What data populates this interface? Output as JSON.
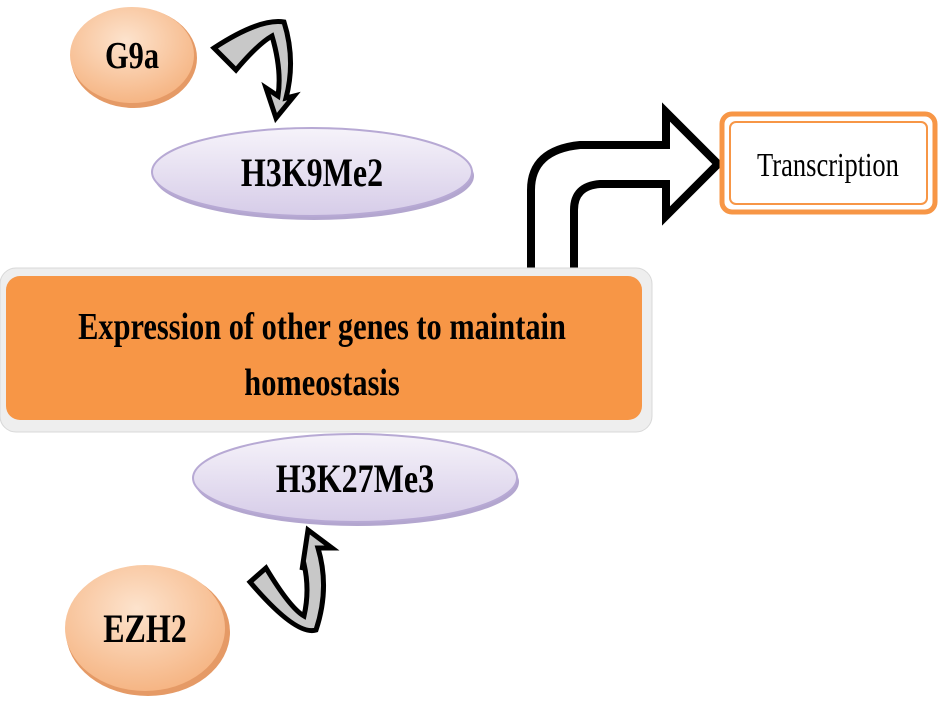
{
  "nodes": {
    "g9a": "G9a",
    "h3k9me2": "H3K9Me2",
    "main": [
      "Expression of other genes to maintain",
      "homeostasis"
    ],
    "h3k27me3": "H3K27Me3",
    "ezh2": "EZH2",
    "transcription": "Transcription"
  },
  "colors": {
    "enzyme_fill": "#f9c9a0",
    "histone_fill": "#e4ddf0",
    "main_fill": "#f79646",
    "transcription_border": "#f79646"
  }
}
